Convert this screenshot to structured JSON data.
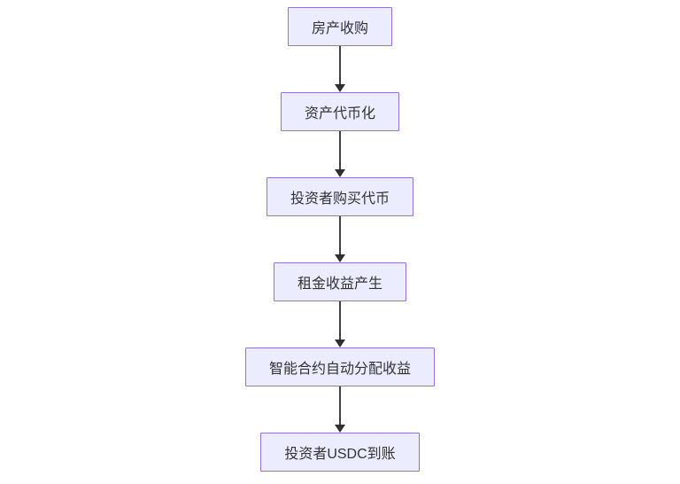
{
  "colors": {
    "background": "#ffffff",
    "node_fill": "#ECECFF",
    "node_border": "#9370DB",
    "text": "#333333",
    "arrow_line": "#404040",
    "arrowhead": "#2f2f2f"
  },
  "chart_data": {
    "type": "flowchart",
    "direction": "top-down",
    "nodes": [
      {
        "label": "房产收购"
      },
      {
        "label": "资产代币化"
      },
      {
        "label": "投资者购买代币"
      },
      {
        "label": "租金收益产生"
      },
      {
        "label": "智能合约自动分配收益"
      },
      {
        "label": "投资者USDC到账"
      }
    ],
    "edges": [
      {
        "from": 0,
        "to": 1
      },
      {
        "from": 1,
        "to": 2
      },
      {
        "from": 2,
        "to": 3
      },
      {
        "from": 3,
        "to": 4
      },
      {
        "from": 4,
        "to": 5
      }
    ]
  }
}
